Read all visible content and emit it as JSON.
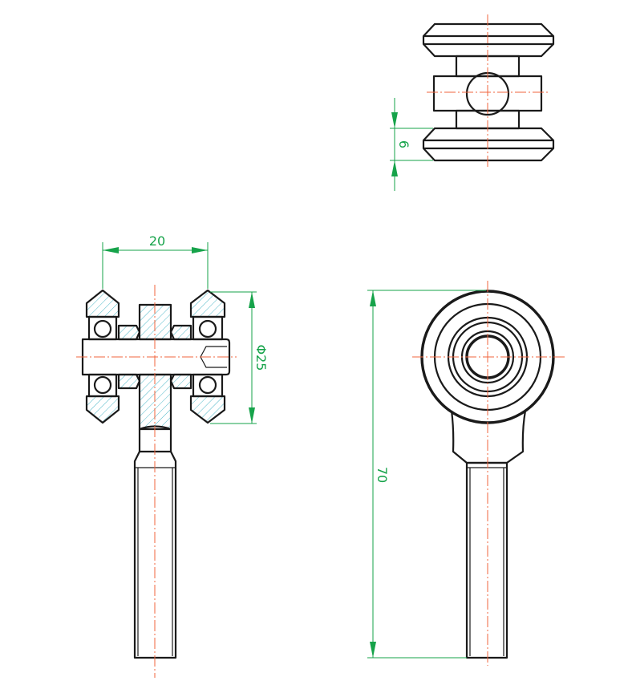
{
  "drawing": {
    "views": [
      "top-view",
      "section-view",
      "front-view"
    ],
    "dimensions": {
      "width": "20",
      "diameter": "Φ25",
      "length": "70",
      "thickness": "6"
    },
    "colors": {
      "outline": "#1a1a1a",
      "centerline": "#f0643c",
      "dimension": "#16a34a",
      "hatch": "#4fb8c8"
    }
  }
}
